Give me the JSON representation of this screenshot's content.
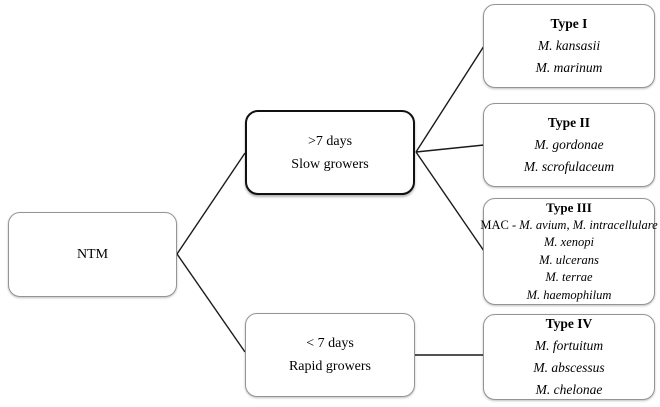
{
  "diagram": {
    "title_hint": "NTM classification flowchart (Runyon groups by growth rate)",
    "root": {
      "label": "NTM"
    },
    "slow": {
      "line1": ">7 days",
      "line2": "Slow growers"
    },
    "rapid": {
      "line1": "< 7 days",
      "line2": "Rapid growers"
    },
    "type1": {
      "title": "Type I",
      "species": [
        "M. kansasii",
        "M. marinum"
      ]
    },
    "type2": {
      "title": "Type II",
      "species": [
        "M. gordonae",
        "M. scrofulaceum"
      ]
    },
    "type3": {
      "title": "Type III",
      "mac_prefix": "MAC - ",
      "mac_species": "M. avium, M. intracellulare",
      "species": [
        "M. xenopi",
        "M. ulcerans",
        "M. terrae",
        "M. haemophilum"
      ]
    },
    "type4": {
      "title": "Type IV",
      "species": [
        "M. fortuitum",
        "M. abscessus",
        "M. chelonae"
      ]
    },
    "edges": [
      {
        "from": "NTM",
        "to": "Slow growers"
      },
      {
        "from": "NTM",
        "to": "Rapid growers"
      },
      {
        "from": "Slow growers",
        "to": "Type I"
      },
      {
        "from": "Slow growers",
        "to": "Type II"
      },
      {
        "from": "Slow growers",
        "to": "Type III"
      },
      {
        "from": "Rapid growers",
        "to": "Type IV"
      }
    ],
    "colors": {
      "background": "#ffffff",
      "text": "#000000",
      "thin_border": "#949494",
      "thick_border": "#111111",
      "connector": "#1a1a1a"
    }
  }
}
